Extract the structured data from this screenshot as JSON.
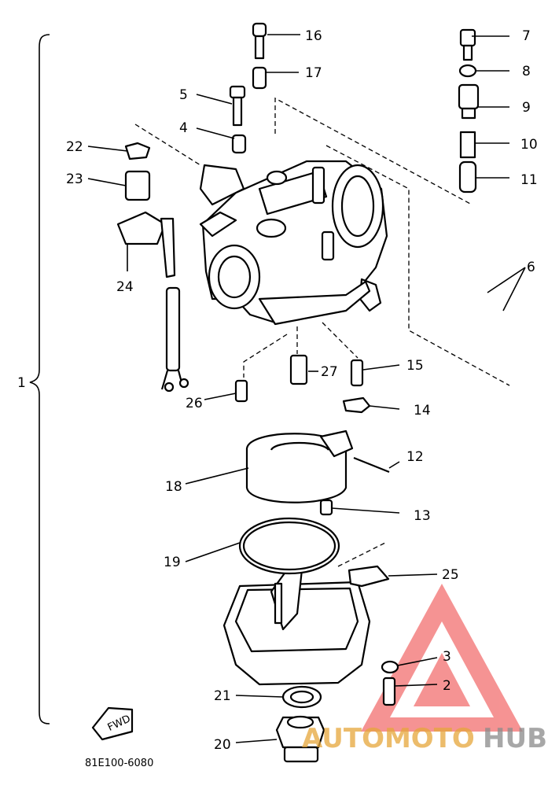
{
  "callouts": [
    {
      "num": "1"
    },
    {
      "num": "2"
    },
    {
      "num": "3"
    },
    {
      "num": "4"
    },
    {
      "num": "5"
    },
    {
      "num": "6"
    },
    {
      "num": "7"
    },
    {
      "num": "8"
    },
    {
      "num": "9"
    },
    {
      "num": "10"
    },
    {
      "num": "11"
    },
    {
      "num": "12"
    },
    {
      "num": "13"
    },
    {
      "num": "14"
    },
    {
      "num": "15"
    },
    {
      "num": "16"
    },
    {
      "num": "17"
    },
    {
      "num": "18"
    },
    {
      "num": "19"
    },
    {
      "num": "20"
    },
    {
      "num": "21"
    },
    {
      "num": "22"
    },
    {
      "num": "23"
    },
    {
      "num": "24"
    },
    {
      "num": "25"
    },
    {
      "num": "26"
    },
    {
      "num": "27"
    }
  ],
  "fwd_label": "FWD",
  "diagram_code": "81E100-6080",
  "watermark": {
    "part1": "AUTOMOTO",
    "part2": "HUB",
    "color_primary": "#ee3b3b",
    "color_secondary": "#e6a63a",
    "color_tertiary": "#8a8a8a"
  }
}
